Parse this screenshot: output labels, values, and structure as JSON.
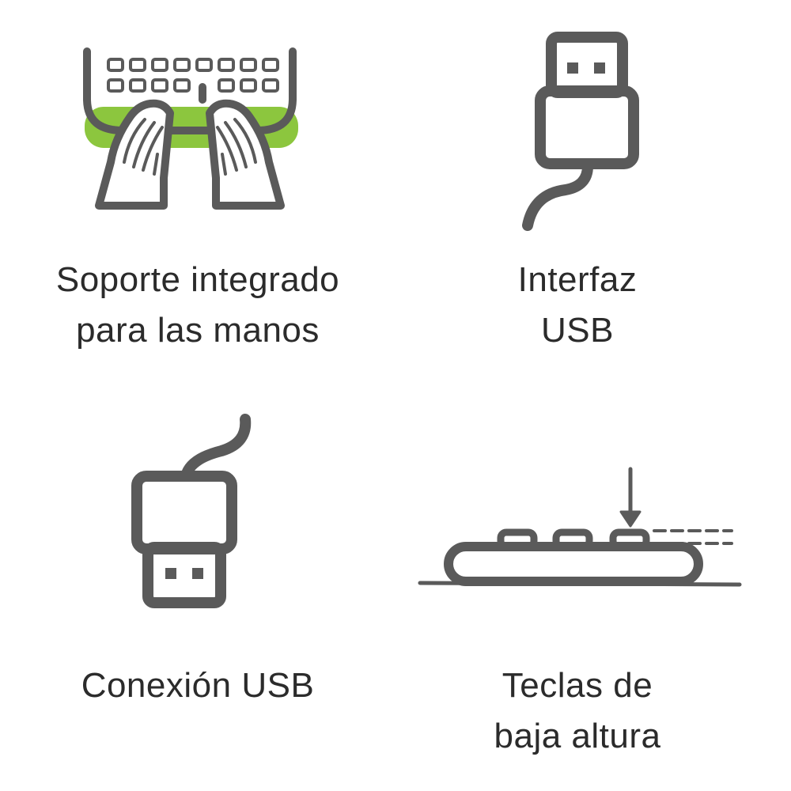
{
  "colors": {
    "icon_gray": "#5a5a5a",
    "accent_green": "#8cc63e",
    "text": "#2b2b2b",
    "background": "#ffffff"
  },
  "features": [
    {
      "icon": "keyboard-palm-rest-icon",
      "line1": "Soporte integrado",
      "line2": "para las manos"
    },
    {
      "icon": "usb-plug-up-icon",
      "line1": "Interfaz",
      "line2": "USB"
    },
    {
      "icon": "usb-plug-down-icon",
      "line1": "Conexión USB"
    },
    {
      "icon": "low-profile-keys-icon",
      "line1": "Teclas de",
      "line2": "baja altura"
    }
  ]
}
